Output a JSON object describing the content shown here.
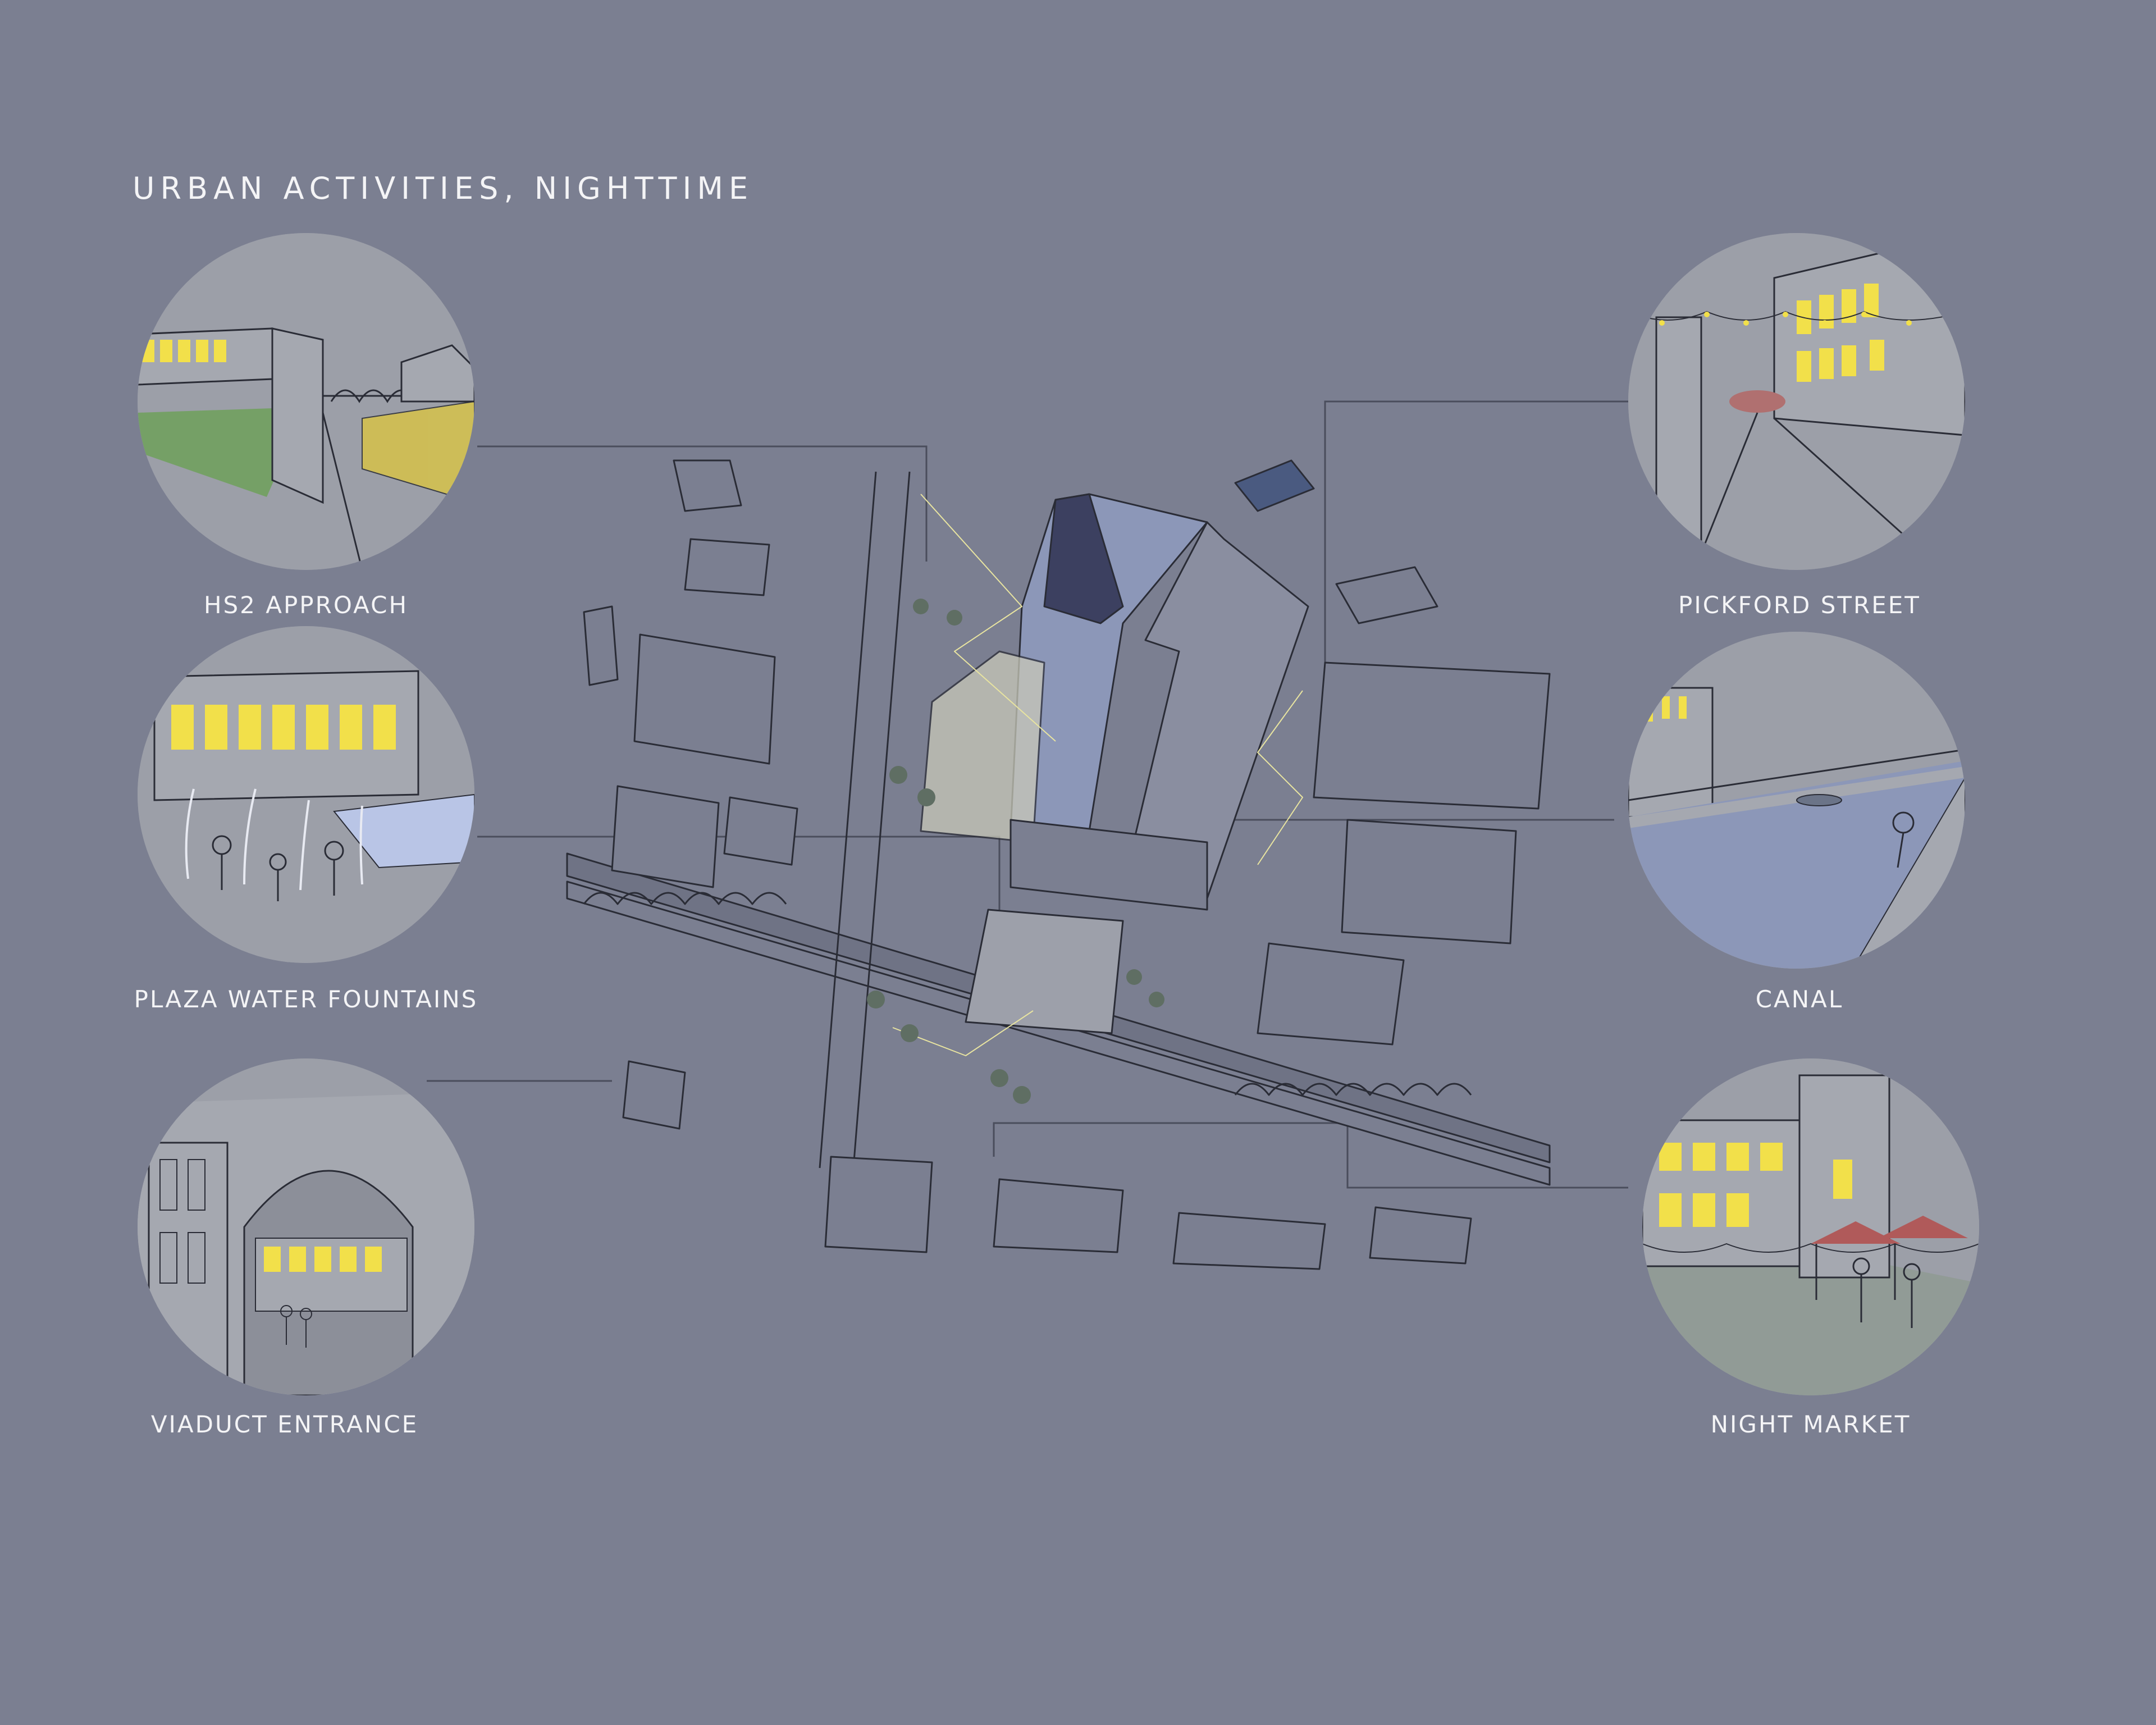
{
  "title": "URBAN ACTIVITIES, NIGHTTIME",
  "colors": {
    "background": "#7b7f91",
    "vignette_fill": "#9c9fa8",
    "lit_window": "#f2e04a",
    "line": "#2a2c36",
    "canal": "#8c97b8"
  },
  "vignettes": [
    {
      "id": "hs2",
      "label": "HS2 APPROACH",
      "icon": "hs2-approach-sketch"
    },
    {
      "id": "plaza",
      "label": "PLAZA WATER FOUNTAINS",
      "icon": "plaza-fountains-sketch"
    },
    {
      "id": "viaduct",
      "label": "VIADUCT ENTRANCE",
      "icon": "viaduct-entrance-sketch"
    },
    {
      "id": "pickford",
      "label": "PICKFORD STREET",
      "icon": "pickford-street-sketch"
    },
    {
      "id": "canal",
      "label": "CANAL",
      "icon": "canal-sketch"
    },
    {
      "id": "market",
      "label": "NIGHT MARKET",
      "icon": "night-market-sketch"
    }
  ]
}
